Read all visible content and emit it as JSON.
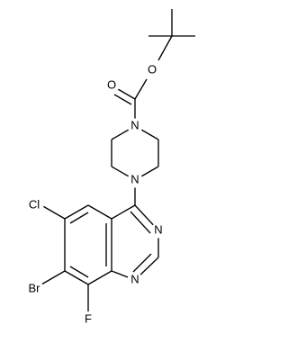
{
  "molecule": {
    "atoms": {
      "o_ether": "O",
      "o_carbonyl": "O",
      "n_carbamate": "N",
      "n_piperazine_aryl": "N",
      "n_ring_right": "N",
      "n_ring_bottom": "N",
      "cl": "Cl",
      "br": "Br",
      "f": "F"
    }
  }
}
